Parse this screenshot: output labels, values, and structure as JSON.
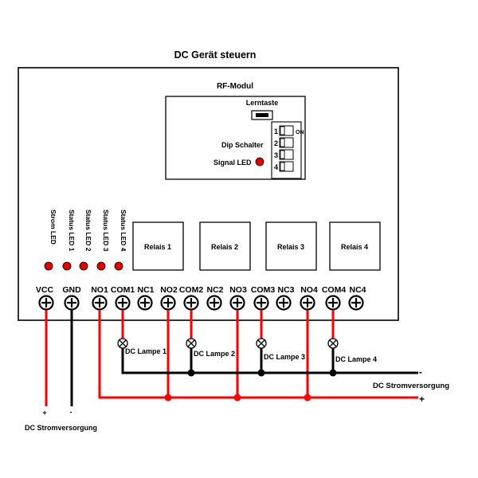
{
  "diagram": {
    "title": "DC Gerät steuern",
    "rf_module": {
      "title": "RF-Modul",
      "learn_button_label": "Lerntaste",
      "dip_switch_label": "Dip Schalter",
      "signal_led_label": "Signal LED",
      "dip_numbers": [
        "1",
        "2",
        "3",
        "4"
      ],
      "dip_on_label": "ON"
    },
    "leds": [
      "Strom LED",
      "Status LED 1",
      "Status LED 2",
      "Status LED 3",
      "Status LED 4"
    ],
    "relays": [
      "Relais 1",
      "Relais 2",
      "Relais 3",
      "Relais 4"
    ],
    "terminals": [
      "VCC",
      "GND",
      "NO1",
      "COM1",
      "NC1",
      "NO2",
      "COM2",
      "NC2",
      "NO3",
      "COM3",
      "NC3",
      "NO4",
      "COM4",
      "NC4"
    ],
    "lamps": [
      "DC Lampe 1",
      "DC Lampe 2",
      "DC Lampe 3",
      "DC Lampe 4"
    ],
    "power_right": {
      "label": "DC Stromversorgung",
      "minus": "-",
      "plus": "+"
    },
    "power_left": {
      "label": "DC Stromversorgung",
      "plus": "+",
      "minus": "-"
    },
    "colors": {
      "positive_wire": "#ff0000",
      "negative_wire": "#000000",
      "led": "#dd0000"
    }
  }
}
